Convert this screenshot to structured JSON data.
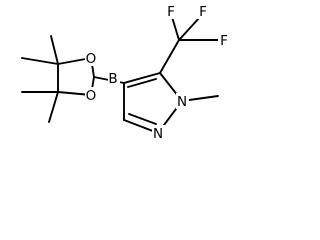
{
  "molecule": {
    "colors": {
      "bond": "#000000",
      "text": "#000000",
      "background": "#ffffff"
    },
    "atoms": {
      "F_top_left": "F",
      "F_top_right": "F",
      "F_right": "F",
      "N1": "N",
      "N2": "N",
      "O_upper": "O",
      "O_lower": "O",
      "B": "B"
    }
  }
}
